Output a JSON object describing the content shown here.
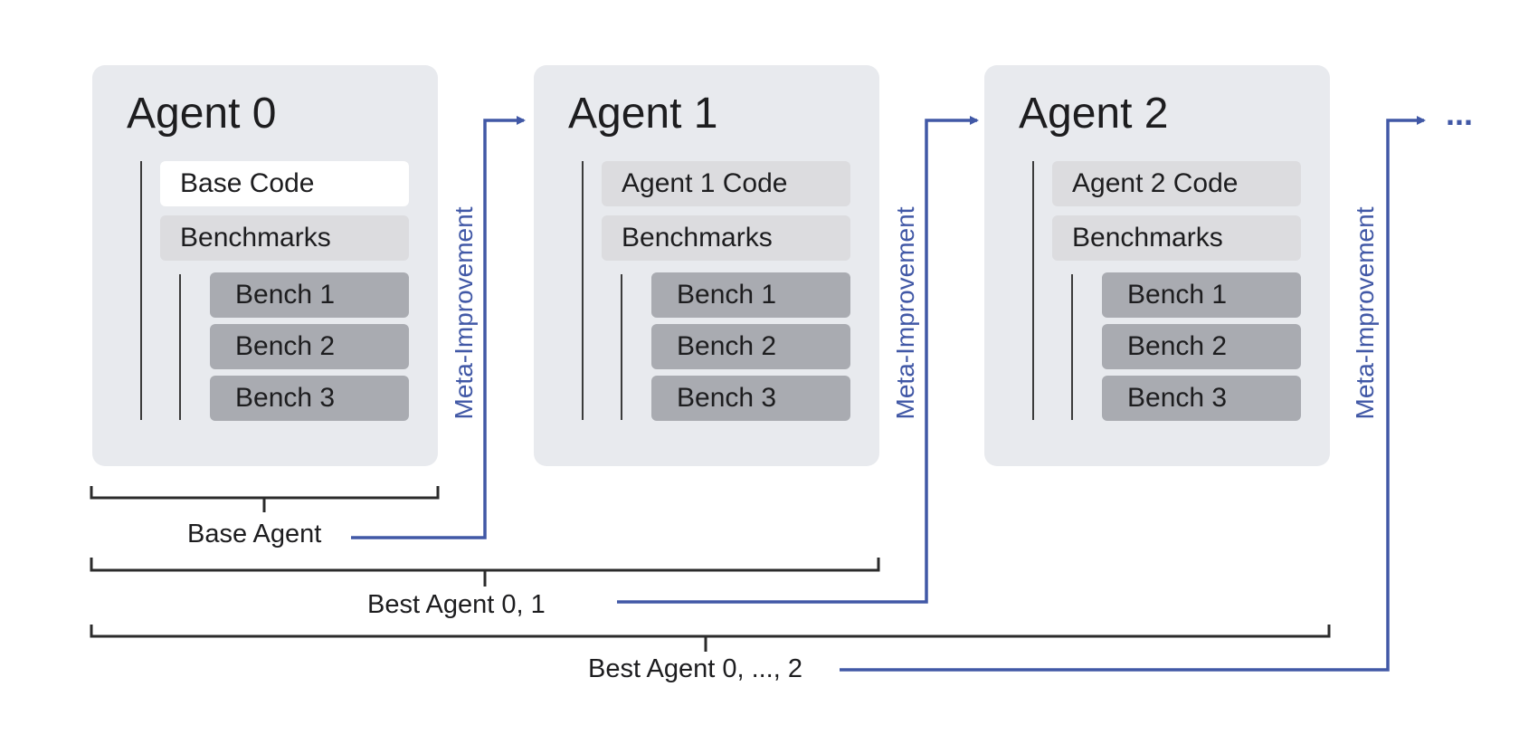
{
  "agents": [
    {
      "title": "Agent 0",
      "code_label": "Base Code",
      "benchmarks_label": "Benchmarks",
      "benches": [
        "Bench 1",
        "Bench 2",
        "Bench 3"
      ]
    },
    {
      "title": "Agent 1",
      "code_label": "Agent 1 Code",
      "benchmarks_label": "Benchmarks",
      "benches": [
        "Bench 1",
        "Bench 2",
        "Bench 3"
      ]
    },
    {
      "title": "Agent 2",
      "code_label": "Agent 2 Code",
      "benchmarks_label": "Benchmarks",
      "benches": [
        "Bench 1",
        "Bench 2",
        "Bench 3"
      ]
    }
  ],
  "meta_labels": [
    "Meta-Improvement",
    "Meta-Improvement",
    "Meta-Improvement"
  ],
  "brackets": [
    "Base Agent",
    "Best Agent 0, 1",
    "Best Agent 0, ..., 2"
  ],
  "continuation": "...",
  "colors": {
    "card": "#e8eaee",
    "bench": "#a9abb1",
    "arrow": "#4158a6",
    "bracket": "#2b2b2b"
  }
}
